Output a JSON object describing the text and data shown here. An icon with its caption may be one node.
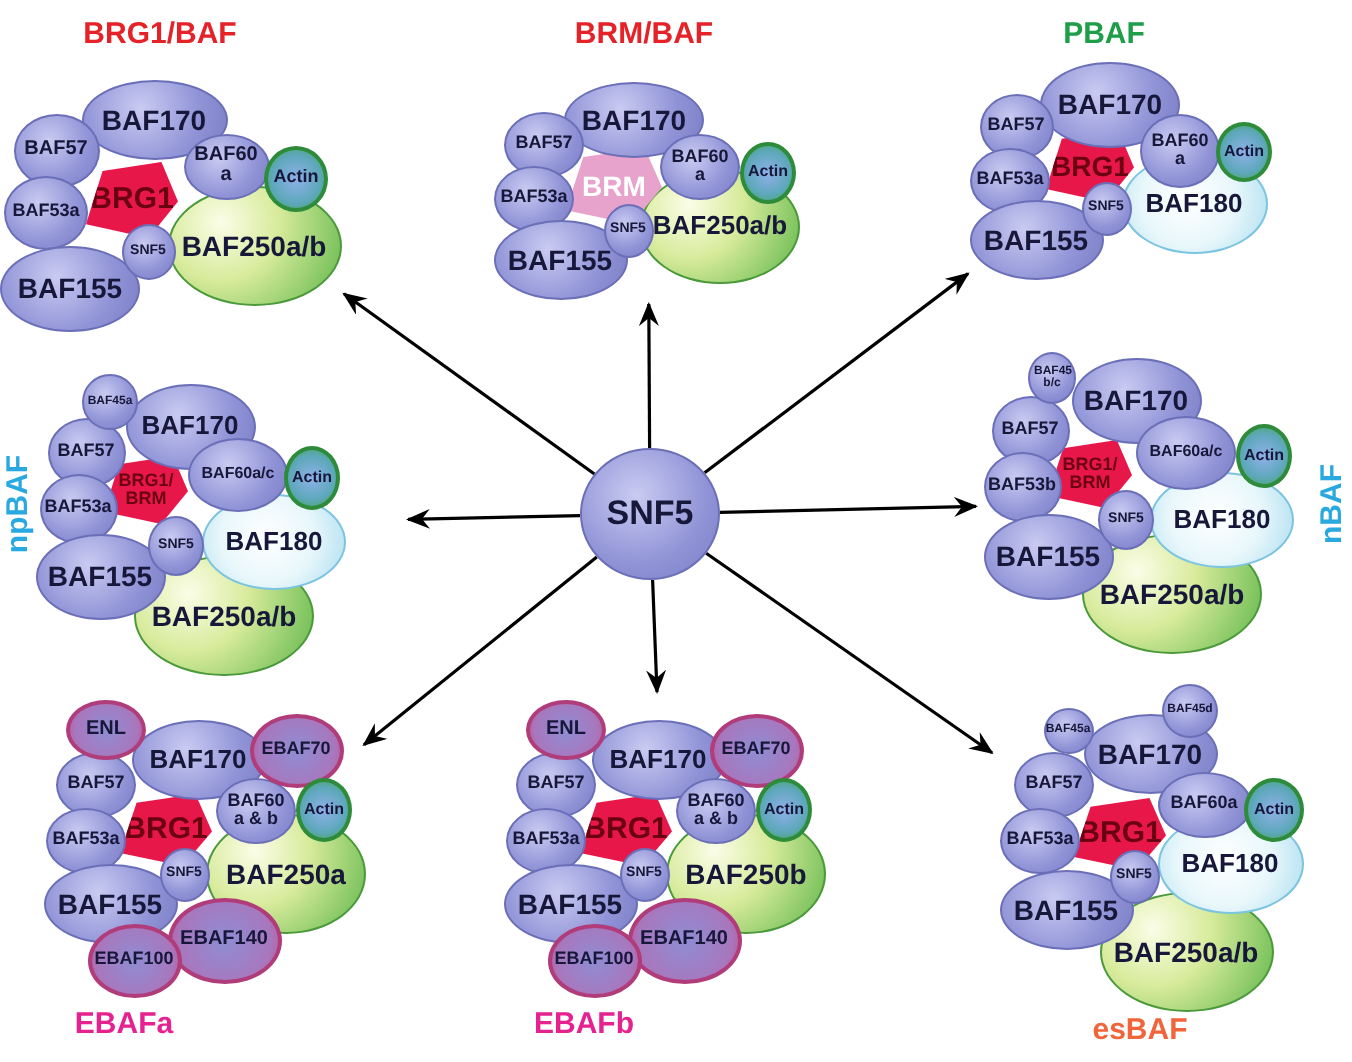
{
  "diagram": {
    "nodes": [
      {
        "text": [
          "SNF5"
        ]
      },
      {
        "text": [
          "BRG1/BAF"
        ]
      },
      {
        "text": [
          "BAF170"
        ],
        "in": 1
      },
      {
        "text": [
          "BAF57"
        ],
        "in": 1
      },
      {
        "text": [
          "BAF60 a"
        ],
        "in": 1
      },
      {
        "text": [
          "Actin"
        ],
        "in": 1
      },
      {
        "text": [
          "BAF53a"
        ],
        "in": 1
      },
      {
        "text": [
          "BRG1"
        ],
        "in": 1
      },
      {
        "text": [
          "SNF5"
        ],
        "in": 1
      },
      {
        "text": [
          "BAF250a/b"
        ],
        "in": 1
      },
      {
        "text": [
          "BAF155"
        ],
        "in": 1
      },
      {
        "text": [
          "BRM/BAF"
        ]
      },
      {
        "text": [
          "BAF170"
        ],
        "in": 11
      },
      {
        "text": [
          "BAF57"
        ],
        "in": 11
      },
      {
        "text": [
          "BAF60 a"
        ],
        "in": 11
      },
      {
        "text": [
          "Actin"
        ],
        "in": 11
      },
      {
        "text": [
          "BAF53a"
        ],
        "in": 11
      },
      {
        "text": [
          "BRM"
        ],
        "in": 11
      },
      {
        "text": [
          "SNF5"
        ],
        "in": 11
      },
      {
        "text": [
          "BAF250a/b"
        ],
        "in": 11
      },
      {
        "text": [
          "BAF155"
        ],
        "in": 11
      },
      {
        "text": [
          "PBAF"
        ]
      },
      {
        "text": [
          "BAF170"
        ],
        "in": 21
      },
      {
        "text": [
          "BAF57"
        ],
        "in": 21
      },
      {
        "text": [
          "BAF60 a"
        ],
        "in": 21
      },
      {
        "text": [
          "Actin"
        ],
        "in": 21
      },
      {
        "text": [
          "BAF53a"
        ],
        "in": 21
      },
      {
        "text": [
          "BRG1"
        ],
        "in": 21
      },
      {
        "text": [
          "SNF5"
        ],
        "in": 21
      },
      {
        "text": [
          "BAF180"
        ],
        "in": 21
      },
      {
        "text": [
          "BAF155"
        ],
        "in": 21
      },
      {
        "text": [
          "npBAF"
        ]
      },
      {
        "text": [
          "BAF45a"
        ],
        "in": 31
      },
      {
        "text": [
          "BAF170"
        ],
        "in": 31
      },
      {
        "text": [
          "BAF57"
        ],
        "in": 31
      },
      {
        "text": [
          "BAF60a/c"
        ],
        "in": 31
      },
      {
        "text": [
          "Actin"
        ],
        "in": 31
      },
      {
        "text": [
          "BAF53a"
        ],
        "in": 31
      },
      {
        "text": [
          "BRG1/ BRM"
        ],
        "in": 31
      },
      {
        "text": [
          "SNF5"
        ],
        "in": 31
      },
      {
        "text": [
          "BAF180"
        ],
        "in": 31
      },
      {
        "text": [
          "BAF155"
        ],
        "in": 31
      },
      {
        "text": [
          "BAF250a/b"
        ],
        "in": 31
      },
      {
        "text": [
          "nBAF"
        ]
      },
      {
        "text": [
          "BAF45 b/c"
        ],
        "in": 43
      },
      {
        "text": [
          "BAF170"
        ],
        "in": 43
      },
      {
        "text": [
          "BAF57"
        ],
        "in": 43
      },
      {
        "text": [
          "BAF60a/c"
        ],
        "in": 43
      },
      {
        "text": [
          "Actin"
        ],
        "in": 43
      },
      {
        "text": [
          "BAF53b"
        ],
        "in": 43
      },
      {
        "text": [
          "BRG1/ BRM"
        ],
        "in": 43
      },
      {
        "text": [
          "SNF5"
        ],
        "in": 43
      },
      {
        "text": [
          "BAF180"
        ],
        "in": 43
      },
      {
        "text": [
          "BAF155"
        ],
        "in": 43
      },
      {
        "text": [
          "BAF250a/b"
        ],
        "in": 43
      },
      {
        "text": [
          "EBAFa"
        ]
      },
      {
        "text": [
          "ENL"
        ],
        "in": 55
      },
      {
        "text": [
          "BAF170"
        ],
        "in": 55
      },
      {
        "text": [
          "EBAF70"
        ],
        "in": 55
      },
      {
        "text": [
          "BAF57"
        ],
        "in": 55
      },
      {
        "text": [
          "BAF60 a & b"
        ],
        "in": 55
      },
      {
        "text": [
          "Actin"
        ],
        "in": 55
      },
      {
        "text": [
          "BAF53a"
        ],
        "in": 55
      },
      {
        "text": [
          "BRG1"
        ],
        "in": 55
      },
      {
        "text": [
          "SNF5"
        ],
        "in": 55
      },
      {
        "text": [
          "BAF250a"
        ],
        "in": 55
      },
      {
        "text": [
          "BAF155"
        ],
        "in": 55
      },
      {
        "text": [
          "EBAF140"
        ],
        "in": 55
      },
      {
        "text": [
          "EBAF100"
        ],
        "in": 55
      },
      {
        "text": [
          "EBAFb"
        ]
      },
      {
        "text": [
          "ENL"
        ],
        "in": 69
      },
      {
        "text": [
          "BAF170"
        ],
        "in": 69
      },
      {
        "text": [
          "EBAF70"
        ],
        "in": 69
      },
      {
        "text": [
          "BAF57"
        ],
        "in": 69
      },
      {
        "text": [
          "BAF60 a & b"
        ],
        "in": 69
      },
      {
        "text": [
          "Actin"
        ],
        "in": 69
      },
      {
        "text": [
          "BAF53a"
        ],
        "in": 69
      },
      {
        "text": [
          "BRG1"
        ],
        "in": 69
      },
      {
        "text": [
          "SNF5"
        ],
        "in": 69
      },
      {
        "text": [
          "BAF250b"
        ],
        "in": 69
      },
      {
        "text": [
          "BAF155"
        ],
        "in": 69
      },
      {
        "text": [
          "EBAF140"
        ],
        "in": 69
      },
      {
        "text": [
          "EBAF100"
        ],
        "in": 69
      },
      {
        "text": [
          "esBAF"
        ]
      },
      {
        "text": [
          "BAF45d"
        ],
        "in": 83
      },
      {
        "text": [
          "BAF45a"
        ],
        "in": 83
      },
      {
        "text": [
          "BAF170"
        ],
        "in": 83
      },
      {
        "text": [
          "BAF57"
        ],
        "in": 83
      },
      {
        "text": [
          "BAF60a"
        ],
        "in": 83
      },
      {
        "text": [
          "Actin"
        ],
        "in": 83
      },
      {
        "text": [
          "BAF53a"
        ],
        "in": 83
      },
      {
        "text": [
          "BRG1"
        ],
        "in": 83
      },
      {
        "text": [
          "SNF5"
        ],
        "in": 83
      },
      {
        "text": [
          "BAF180"
        ],
        "in": 83
      },
      {
        "text": [
          "BAF155"
        ],
        "in": 83
      },
      {
        "text": [
          "BAF250a/b"
        ],
        "in": 83
      }
    ],
    "edges": [
      {
        "from": 0,
        "to": 1,
        "arrow": "to"
      },
      {
        "from": 0,
        "to": 11,
        "arrow": "to"
      },
      {
        "from": 0,
        "to": 21,
        "arrow": "to"
      },
      {
        "from": 0,
        "to": 31,
        "arrow": "to"
      },
      {
        "from": 0,
        "to": 43,
        "arrow": "to"
      },
      {
        "from": 0,
        "to": 55,
        "arrow": "to"
      },
      {
        "from": 0,
        "to": 69,
        "arrow": "to"
      },
      {
        "from": 0,
        "to": 83,
        "arrow": "to"
      }
    ]
  }
}
